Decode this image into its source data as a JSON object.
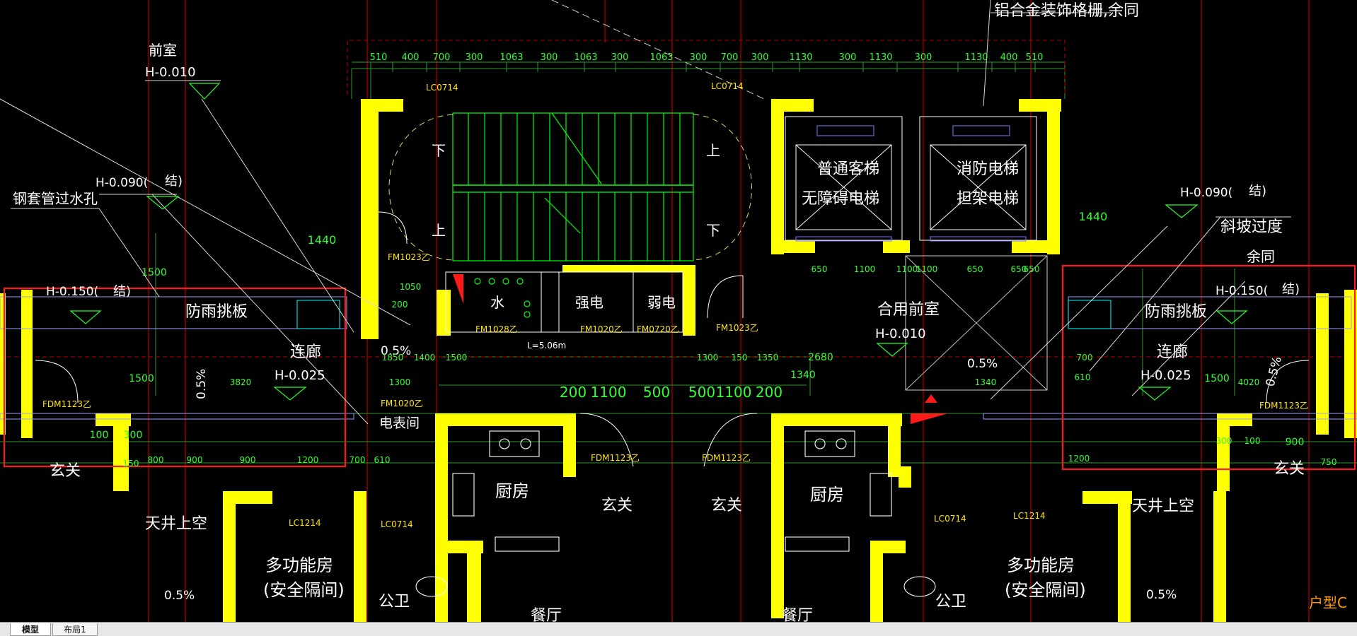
{
  "tabs": [
    {
      "label": "模型",
      "active": true
    },
    {
      "label": "布局1",
      "active": false
    }
  ],
  "drawing": {
    "labels": {
      "front_room": "前室",
      "front_room_elev": "H-0.010",
      "drainage_hole": "钢套管过水孔",
      "struct_elev_1": "H-0.090(",
      "struct_tag_1": "结)",
      "struct_elev_2": "H-0.150(",
      "struct_tag_2": "结)",
      "rain_canopy_left": "防雨挑板",
      "corridor_left": "连廊",
      "corridor_left_elev": "H-0.025",
      "slope_left_1": "0.5%",
      "slope_left_2": "0.5%",
      "entry_left": "玄关",
      "skylight_left": "天井上空",
      "multi_room_left_1": "多功能房",
      "multi_room_left_2": "(安全隔间)",
      "slope_left_3": "0.5%",
      "public_wc_left": "公卫",
      "dining_left": "餐厅",
      "kitchen_left": "厨房",
      "entry_mid_left": "玄关",
      "entry_mid_right": "玄关",
      "kitchen_right": "厨房",
      "public_wc_right": "公卫",
      "dining_right": "餐厅",
      "multi_room_right_1": "多功能房",
      "multi_room_right_2": "(安全隔间)",
      "skylight_right": "天井上空",
      "entry_right": "玄关",
      "slope_right_1": "0.5%",
      "slope_right_2": "0.5%",
      "slope_right_3": "0.5%",
      "rain_canopy_right": "防雨挑板",
      "corridor_right": "连廊",
      "corridor_right_elev": "H-0.025",
      "struct_elev_3": "H-0.090(",
      "struct_tag_3": "结)",
      "struct_elev_4": "H-0.150(",
      "struct_tag_4": "结)",
      "slope_transition": "斜坡过度",
      "same_as": "余同",
      "aluminum_grille": "铝合金装饰格栅,余同",
      "stair_down_1": "下",
      "stair_up_1": "上",
      "stair_up_2": "上",
      "stair_down_2": "下",
      "water": "水",
      "strong_power": "强电",
      "weak_power": "弱电",
      "shared_front_room": "合用前室",
      "shared_front_room_elev": "H-0.010",
      "normal_elevator_1": "普通客梯",
      "normal_elevator_2": "无障碍电梯",
      "fire_elevator_1": "消防电梯",
      "fire_elevator_2": "担架电梯",
      "meter_room": "电表间",
      "unit_type": "户型C",
      "fm_left": "FM1023乙",
      "fm_left_2": "FM1028乙",
      "fm_mid_1": "FM1020乙",
      "fm_mid_2": "FM0720乙",
      "fm_mid_3": "FM1023乙",
      "fm_left_3": "FM1020乙",
      "fdm_left": "FDM1123乙",
      "fdm_mid_left": "FDM1123乙",
      "fdm_mid_right": "FDM1123乙",
      "fdm_right": "FDM1123乙",
      "lc_left_1": "LC1214",
      "lc_left_2": "LC0714",
      "lc_right_1": "LC0714",
      "lc_right_2": "LC1214",
      "lc_top_left": "LC0714",
      "lc_top_right": "LC0714",
      "dim_L": "L=5.06m"
    },
    "dims_top": [
      "510",
      "400",
      "700",
      "300",
      "1063",
      "300",
      "1063",
      "300",
      "1063",
      "300",
      "700",
      "300",
      "1130",
      "300",
      "1130",
      "300",
      "1130",
      "400",
      "510"
    ],
    "dims_mid": [
      "1100",
      "500",
      "500",
      "1100",
      "200",
      "200"
    ],
    "dims_misc": [
      "1300",
      "1050",
      "1500",
      "200",
      "2680",
      "1440",
      "1440",
      "4020",
      "3820",
      "1500",
      "1500",
      "900",
      "150",
      "800",
      "900",
      "900",
      "1200",
      "700",
      "610",
      "100",
      "300",
      "300",
      "100",
      "750",
      "1200",
      "610",
      "700",
      "1340",
      "1340",
      "1300",
      "150",
      "1350",
      "1850",
      "1400",
      "1500",
      "1100",
      "650",
      "650",
      "650",
      "1100",
      "1100",
      "650"
    ],
    "colors": {
      "background": "#000000",
      "wall": "#ffff00",
      "dim_line": "#31ff31",
      "axis": "#ff0000",
      "stair": "#00ff00",
      "furniture": "#ffffff",
      "highlight_box": "#ff0000",
      "water_fixture": "#00ffff",
      "note_orange": "#ff9b00"
    }
  }
}
